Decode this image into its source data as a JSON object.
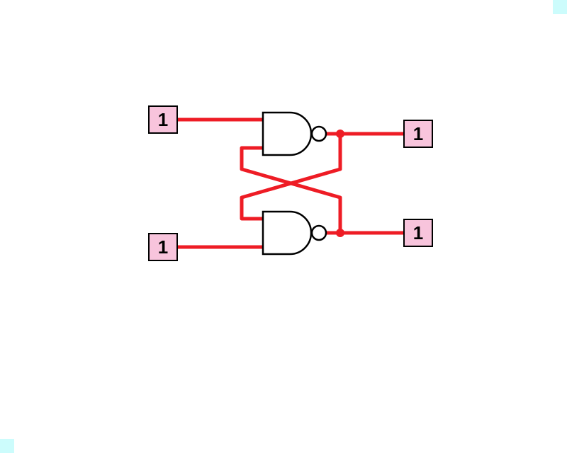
{
  "colors": {
    "wire": "#ee1c25",
    "io_fill": "#f8c4dc",
    "gate_stroke": "#000000",
    "corner_marker": "#ccfcfc"
  },
  "inputs": [
    {
      "name": "input-top",
      "value": "1"
    },
    {
      "name": "input-bottom",
      "value": "1"
    }
  ],
  "outputs": [
    {
      "name": "output-top",
      "value": "1"
    },
    {
      "name": "output-bottom",
      "value": "1"
    }
  ],
  "gates": [
    {
      "type": "NAND"
    },
    {
      "type": "NAND"
    }
  ]
}
